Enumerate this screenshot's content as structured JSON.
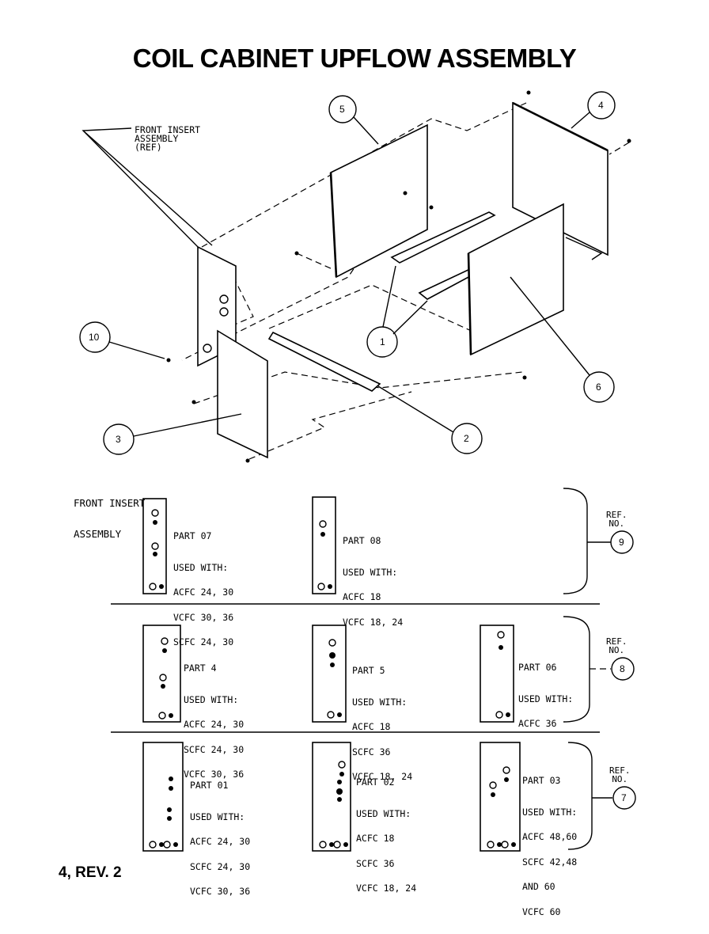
{
  "title": "COIL CABINET UPFLOW ASSEMBLY",
  "footer": "4, REV. 2",
  "front_insert_ref": [
    "FRONT INSERT",
    "ASSEMBLY",
    "(REF)"
  ],
  "front_insert_heading": [
    "FRONT INSERT",
    "ASSEMBLY"
  ],
  "callouts": [
    "1",
    "2",
    "3",
    "4",
    "5",
    "6",
    "10"
  ],
  "ref_no_label": [
    "REF.",
    "NO."
  ],
  "rows": [
    {
      "ref": "9",
      "parts": [
        {
          "part": "PART 07",
          "used": "USED WITH:",
          "models": [
            "ACFC 24, 30",
            "VCFC 30, 36",
            "SCFC 24, 30"
          ]
        },
        {
          "part": "PART 08",
          "used": "USED WITH:",
          "models": [
            "ACFC 18",
            "VCFC 18, 24"
          ]
        }
      ]
    },
    {
      "ref": "8",
      "parts": [
        {
          "part": "PART 4",
          "used": "USED WITH:",
          "models": [
            "ACFC 24, 30",
            "SCFC 24, 30",
            "VCFC 30, 36"
          ]
        },
        {
          "part": "PART 5",
          "used": "USED WITH:",
          "models": [
            "ACFC 18",
            "SCFC 36",
            "VCFC 18, 24"
          ]
        },
        {
          "part": "PART 06",
          "used": "USED WITH:",
          "models": [
            "ACFC 36"
          ]
        }
      ]
    },
    {
      "ref": "7",
      "parts": [
        {
          "part": "PART 01",
          "used": "USED WITH:",
          "models": [
            "ACFC 24, 30",
            "SCFC 24, 30",
            "VCFC 30, 36"
          ]
        },
        {
          "part": "PART 02",
          "used": "USED WITH:",
          "models": [
            "ACFC 18",
            "SCFC 36",
            "VCFC 18, 24"
          ]
        },
        {
          "part": "PART 03",
          "used": "USED WITH:",
          "models": [
            "ACFC 48,60",
            "SCFC 42,48",
            "AND 60",
            "VCFC 60"
          ]
        }
      ]
    }
  ]
}
